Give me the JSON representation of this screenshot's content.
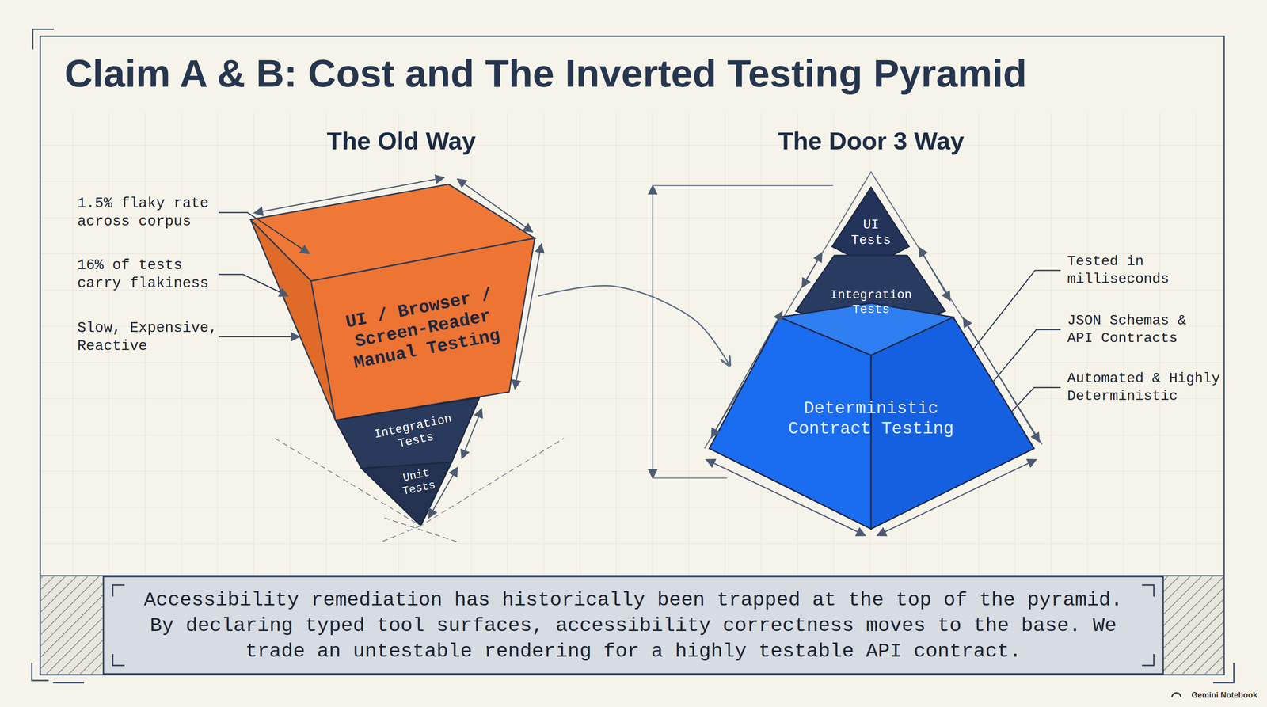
{
  "diagram": {
    "title": "Claim A & B: Cost and The Inverted Testing Pyramid",
    "caption": "Accessibility remediation has historically been trapped at the top of the pyramid. By declaring typed tool surfaces, accessibility correctness moves to the base. We trade an untestable rendering for a highly testable API contract.",
    "nodes": [
      {
        "text": [
          "UI / Browser / Screen-Reader Manual Testing"
        ]
      },
      {
        "text": [
          "Integration Tests"
        ]
      },
      {
        "text": [
          "Unit Tests"
        ]
      },
      {
        "text": [
          "UI Tests"
        ]
      },
      {
        "text": [
          "Integration Tests"
        ]
      },
      {
        "text": [
          "Deterministic Contract Testing"
        ]
      }
    ],
    "edges": [
      {
        "from": 0,
        "to": 5,
        "arrow": "to"
      }
    ],
    "labels": [
      "The Old Way",
      "The Door 3 Way",
      "1.5% flaky rate across corpus",
      "16% of tests carry flakiness",
      "Slow, Expensive, Reactive",
      "Tested in milliseconds",
      "JSON Schemas & API Contracts",
      "Automated & Highly Deterministic",
      "Gemini Notebook"
    ]
  }
}
